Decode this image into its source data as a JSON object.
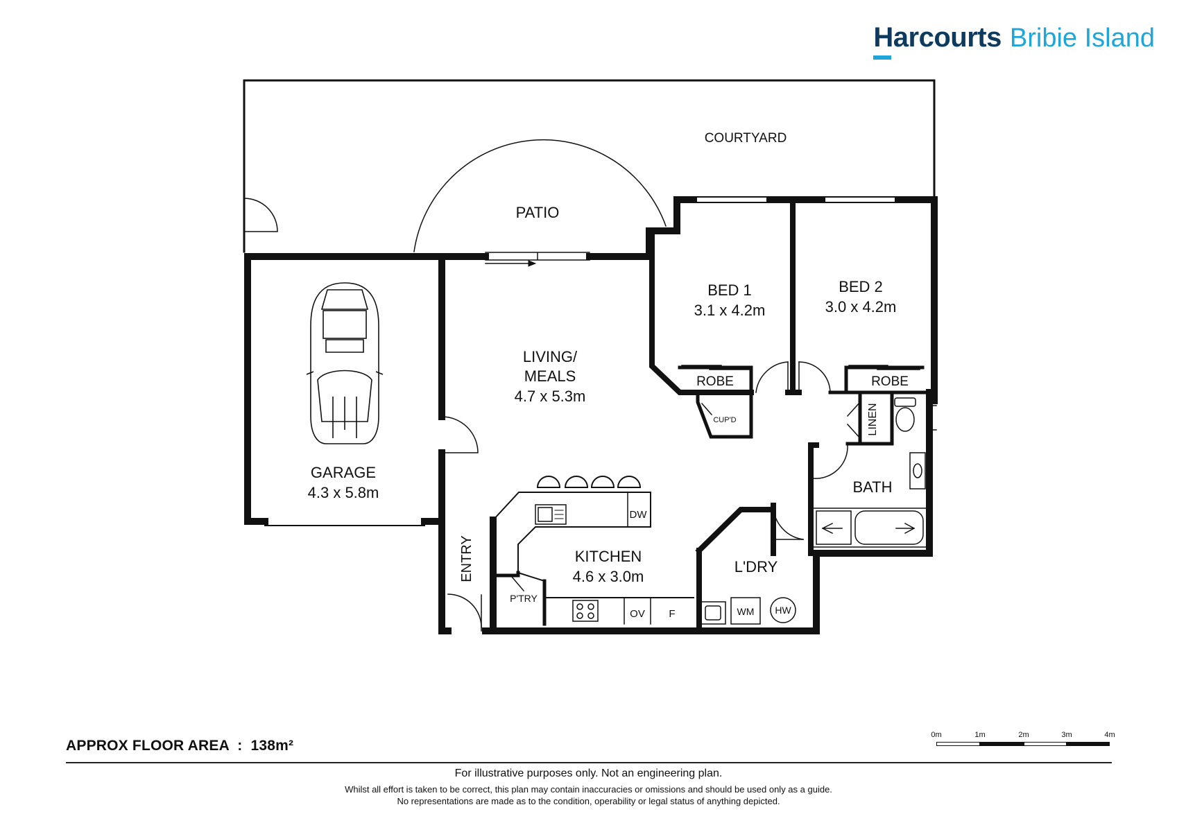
{
  "brand": {
    "name": "Harcourts",
    "location": "Bribie Island",
    "color_primary": "#0e3a5e",
    "color_accent": "#1ea6d9"
  },
  "rooms": {
    "courtyard": "COURTYARD",
    "patio": "PATIO",
    "bed1_name": "BED 1",
    "bed1_size": "3.1 x 4.2m",
    "bed2_name": "BED 2",
    "bed2_size": "3.0 x 4.2m",
    "living_line1": "LIVING/",
    "living_line2": "MEALS",
    "living_size": "4.7 x 5.3m",
    "garage_name": "GARAGE",
    "garage_size": "4.3 x 5.8m",
    "kitchen_name": "KITCHEN",
    "kitchen_size": "4.6 x 3.0m",
    "laundry": "L'DRY",
    "bath": "BATH",
    "entry": "ENTRY",
    "pantry": "P'TRY",
    "robe1": "ROBE",
    "robe2": "ROBE",
    "linen": "LINEN",
    "cupboard": "CUP'D"
  },
  "fixtures": {
    "dishwasher": "DW",
    "oven": "OV",
    "fridge": "F",
    "washing_machine": "WM",
    "hot_water": "HW"
  },
  "floor_area": {
    "label": "APPROX FLOOR AREA",
    "separator": ":",
    "value": "138m²"
  },
  "scale": {
    "ticks": [
      "0m",
      "1m",
      "2m",
      "3m",
      "4m"
    ]
  },
  "disclaimer": {
    "line1": "For illustrative purposes only. Not an engineering plan.",
    "line2": "Whilst all effort is taken to be correct, this plan may contain inaccuracies or omissions and should be used only as a guide.",
    "line3": "No representations are made as to the condition, operability or legal status of anything depicted."
  }
}
